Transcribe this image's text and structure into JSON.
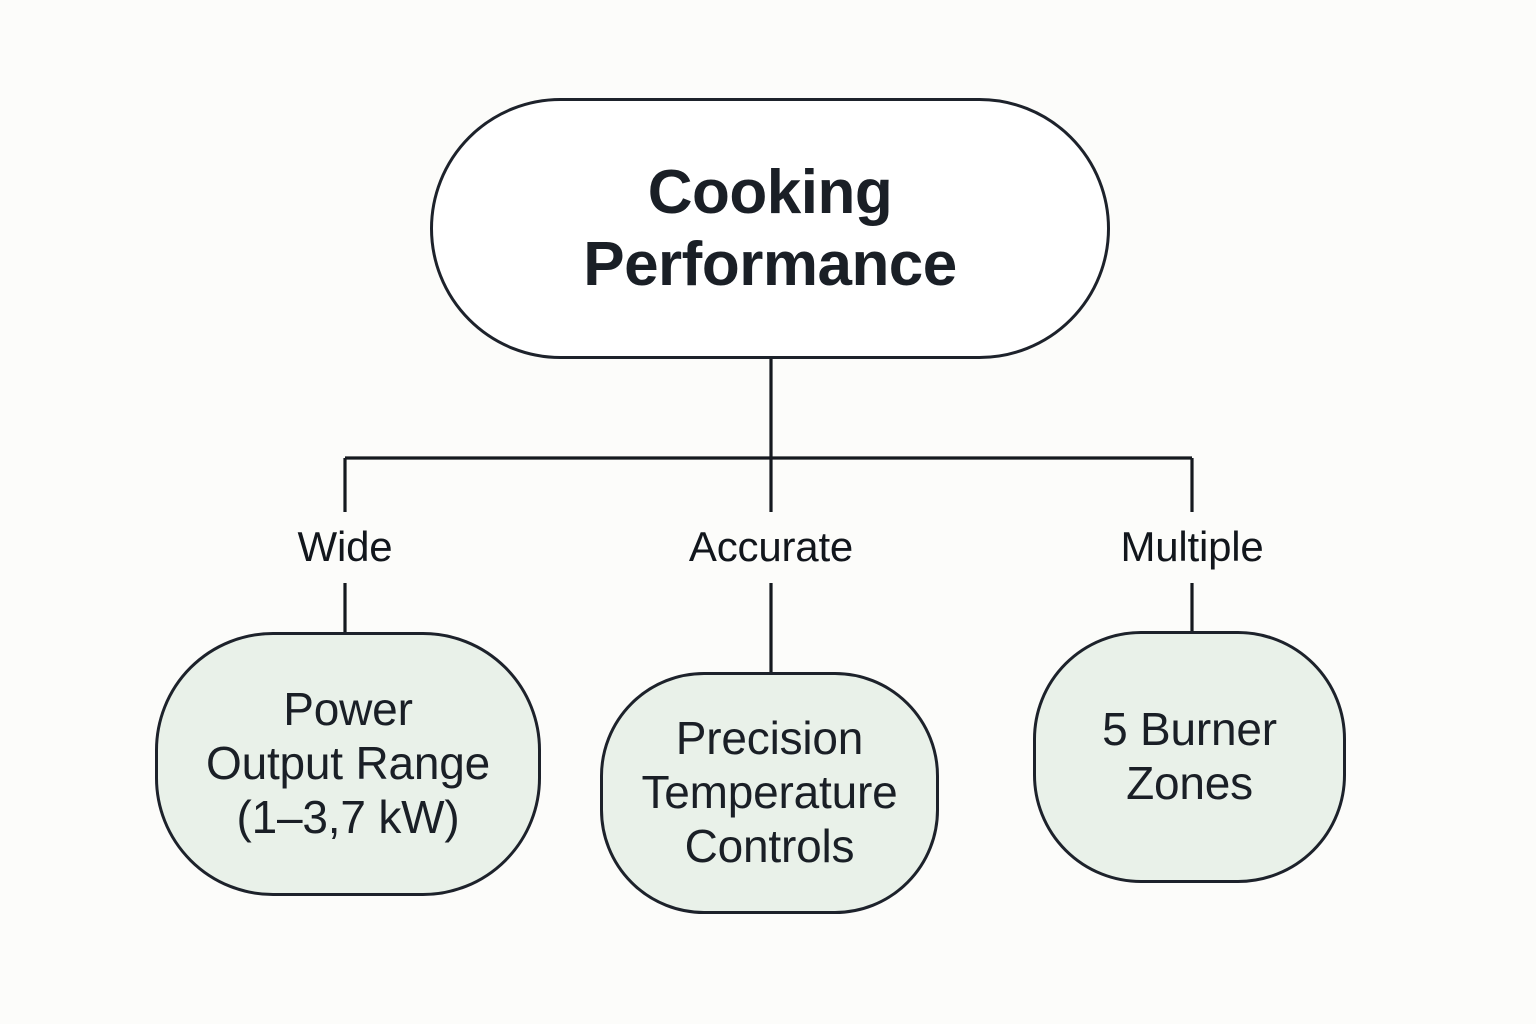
{
  "diagram": {
    "title": "Cooking Performance",
    "type": "tree",
    "background_color": "#FCFCFA",
    "root": {
      "label": "Cooking\nPerformance",
      "fill_color": "#FFFFFF",
      "border_color": "#1D222B",
      "text_color": "#1A1F26",
      "shape": "stadium"
    },
    "edges": [
      {
        "label": "Wide"
      },
      {
        "label": "Accurate"
      },
      {
        "label": "Multiple"
      }
    ],
    "children": [
      {
        "label": "Power\nOutput Range\n(1–3,7 kW)",
        "edge_label": "Wide",
        "fill_color": "#E9F1E9",
        "border_color": "#1D222B",
        "text_color": "#1A1F26",
        "shape": "rounded-rect"
      },
      {
        "label": "Precision\nTemperature\nControls",
        "edge_label": "Accurate",
        "fill_color": "#E9F1E9",
        "border_color": "#1D222B",
        "text_color": "#1A1F26",
        "shape": "rounded-rect"
      },
      {
        "label": "5 Burner\nZones",
        "edge_label": "Multiple",
        "fill_color": "#E9F1E9",
        "border_color": "#1D222B",
        "text_color": "#1A1F26",
        "shape": "rounded-rect"
      }
    ]
  }
}
